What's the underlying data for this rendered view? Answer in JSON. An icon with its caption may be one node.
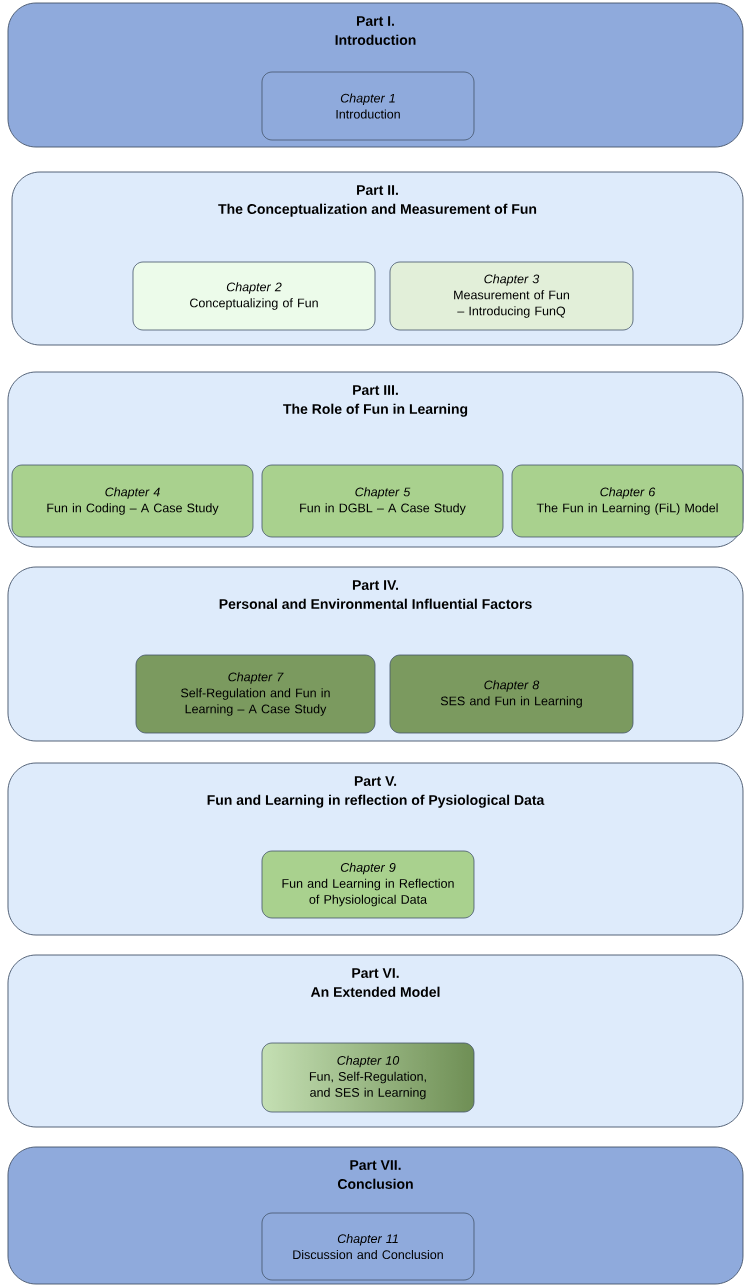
{
  "diagram": {
    "nodes": [
      {
        "text": [
          "Part I.",
          "Introduction"
        ]
      },
      {
        "text": [
          "Chapter 1",
          "Introduction"
        ],
        "in": 0
      },
      {
        "text": [
          "Part II.",
          "The Conceptualization and Measurement of Fun"
        ]
      },
      {
        "text": [
          "Chapter 2",
          "Conceptualizing of Fun"
        ],
        "in": 2
      },
      {
        "text": [
          "Chapter 3",
          "Measurement of Fun – Introducing FunQ"
        ],
        "in": 2
      },
      {
        "text": [
          "Part III.",
          "The Role of Fun in Learning"
        ]
      },
      {
        "text": [
          "Chapter 4",
          "Fun in Coding – A Case Study"
        ],
        "in": 5
      },
      {
        "text": [
          "Chapter 5",
          "Fun in DGBL – A Case Study"
        ],
        "in": 5
      },
      {
        "text": [
          "Chapter 6",
          "The Fun in Learning (FiL) Model"
        ],
        "in": 5
      },
      {
        "text": [
          "Part IV.",
          "Personal and Environmental Influential Factors"
        ]
      },
      {
        "text": [
          "Chapter 7",
          "Self-Regulation and Fun in Learning – A Case Study"
        ],
        "in": 9
      },
      {
        "text": [
          "Chapter 8",
          "SES and Fun in Learning"
        ],
        "in": 9
      },
      {
        "text": [
          "Part V.",
          "Fun and Learning in reflection of Pysiological Data"
        ]
      },
      {
        "text": [
          "Chapter 9",
          "Fun and Learning in Reflection of Physiological Data"
        ],
        "in": 12
      },
      {
        "text": [
          "Part VI.",
          "An Extended Model"
        ]
      },
      {
        "text": [
          "Chapter 10",
          "Fun, Self-Regulation, and SES in Learning"
        ],
        "in": 14
      },
      {
        "text": [
          "Part VII.",
          "Conclusion"
        ]
      },
      {
        "text": [
          "Chapter 11",
          "Discussion and Conclusion"
        ],
        "in": 16
      }
    ]
  }
}
